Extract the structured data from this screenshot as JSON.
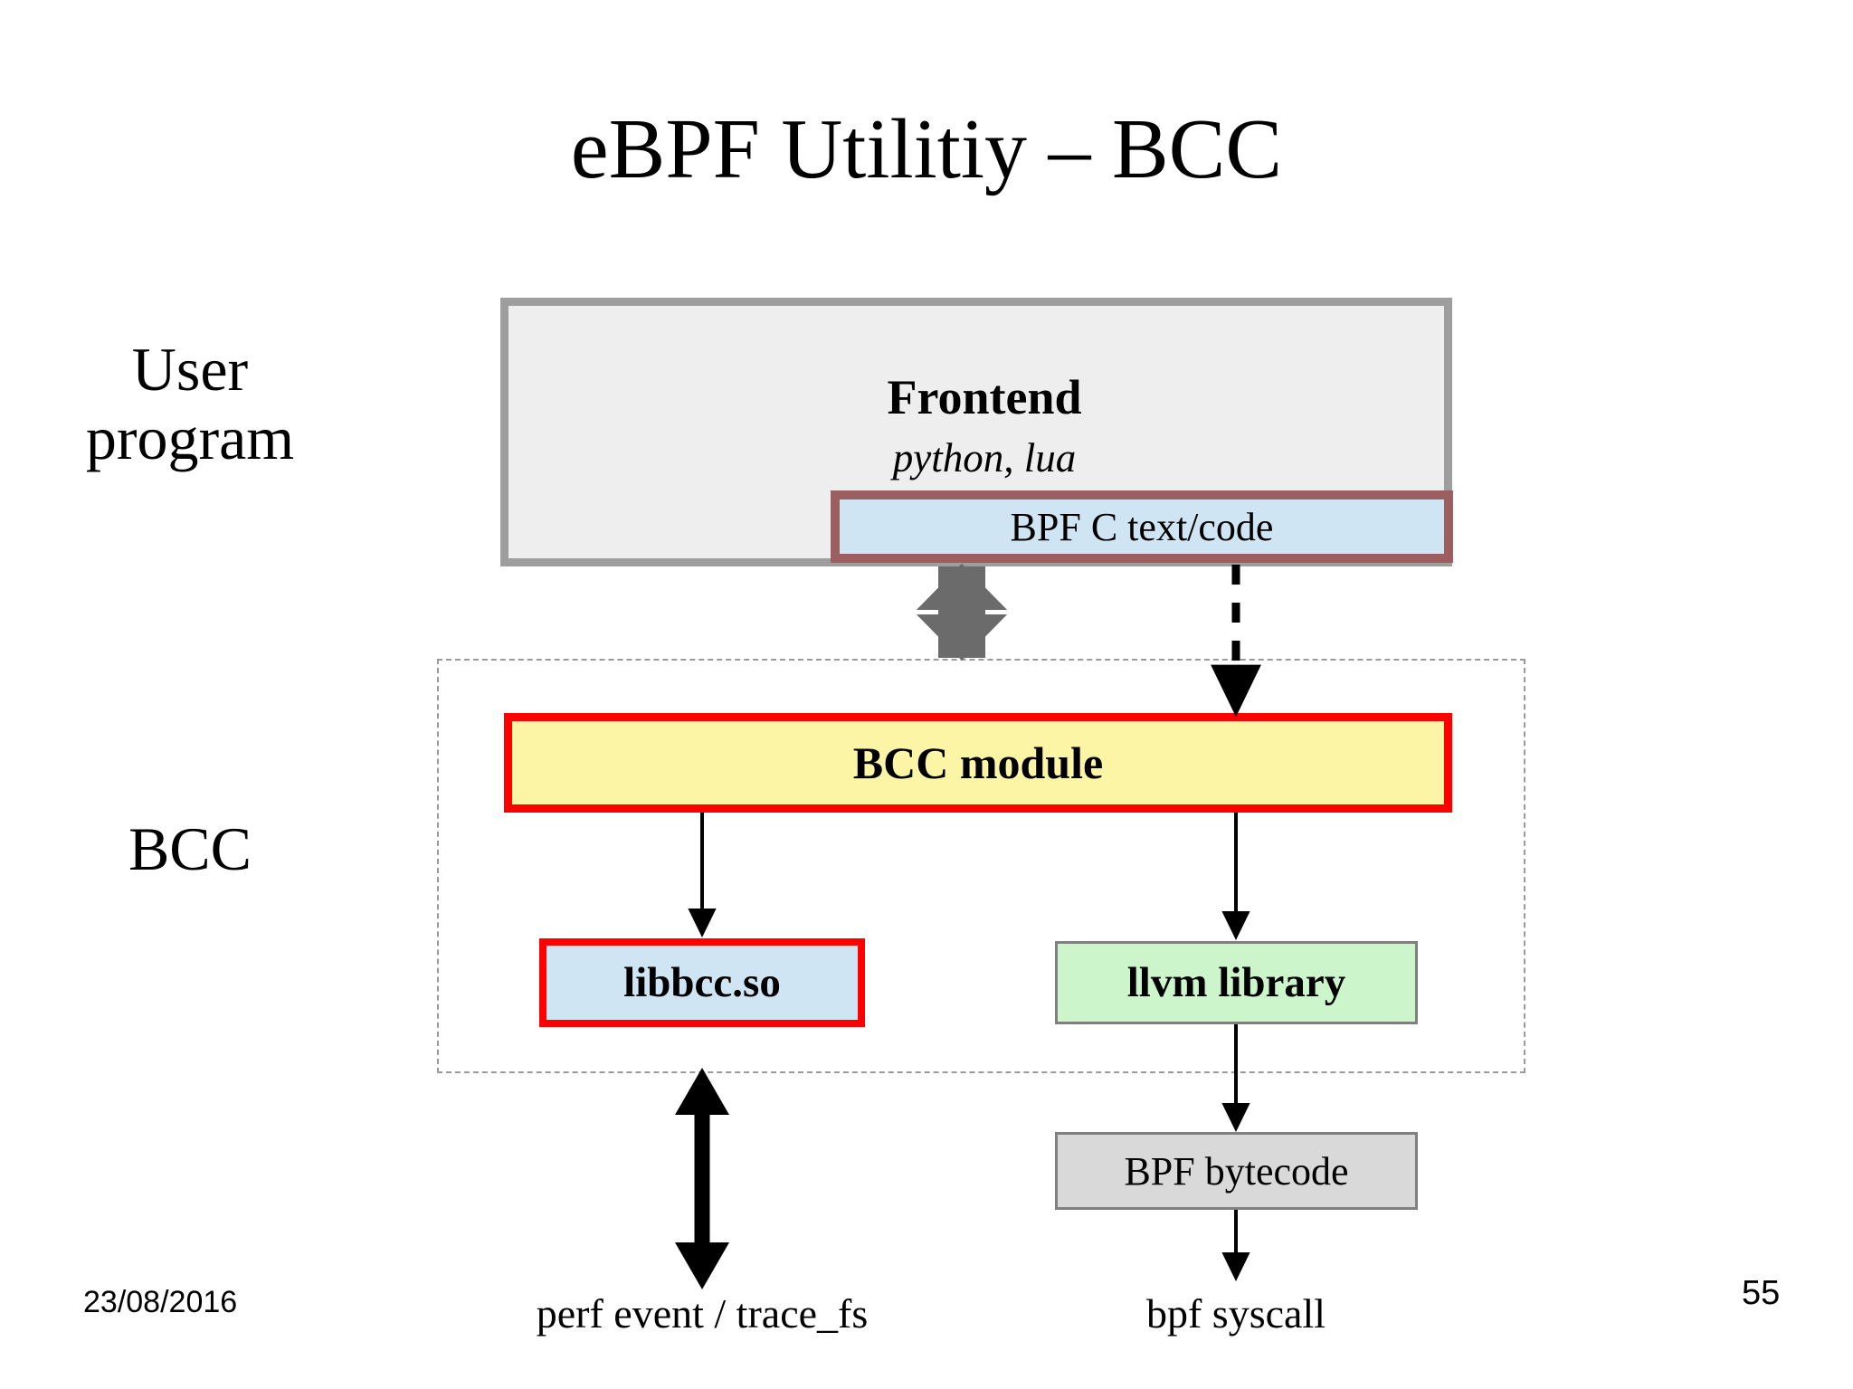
{
  "slide": {
    "title": "eBPF Utilitiy – BCC",
    "footer_date": "23/08/2016",
    "page_number": "55"
  },
  "sections": {
    "user_program_label": "User\nprogram",
    "user_program_line1": "User",
    "user_program_line2": "program",
    "bcc_label": "BCC"
  },
  "diagram": {
    "frontend": {
      "title": "Frontend",
      "subtitle": "python, lua",
      "fill": "#eeeeee",
      "border": "#9e9e9e"
    },
    "bpf_c_code": {
      "label": "BPF C text/code",
      "fill": "#cfe5f3",
      "border": "#9c5f5f"
    },
    "bcc_module": {
      "label": "BCC module",
      "fill": "#fcf5a6",
      "border": "#ff0000"
    },
    "libbcc": {
      "label": "libbcc.so",
      "fill": "#cfe5f3",
      "border": "#ff0000"
    },
    "llvm_library": {
      "label": "llvm library",
      "fill": "#ccf5cc",
      "border": "#808080"
    },
    "bpf_bytecode": {
      "label": "BPF bytecode",
      "fill": "#d9d9d9",
      "border": "#808080"
    },
    "perf_event": {
      "label": "perf event / trace_fs"
    },
    "bpf_syscall": {
      "label": "bpf syscall"
    },
    "bcc_group_border": "#9a9a9a",
    "arrow_color": "#000000",
    "block_arrow_color": "#6b6b6b"
  }
}
